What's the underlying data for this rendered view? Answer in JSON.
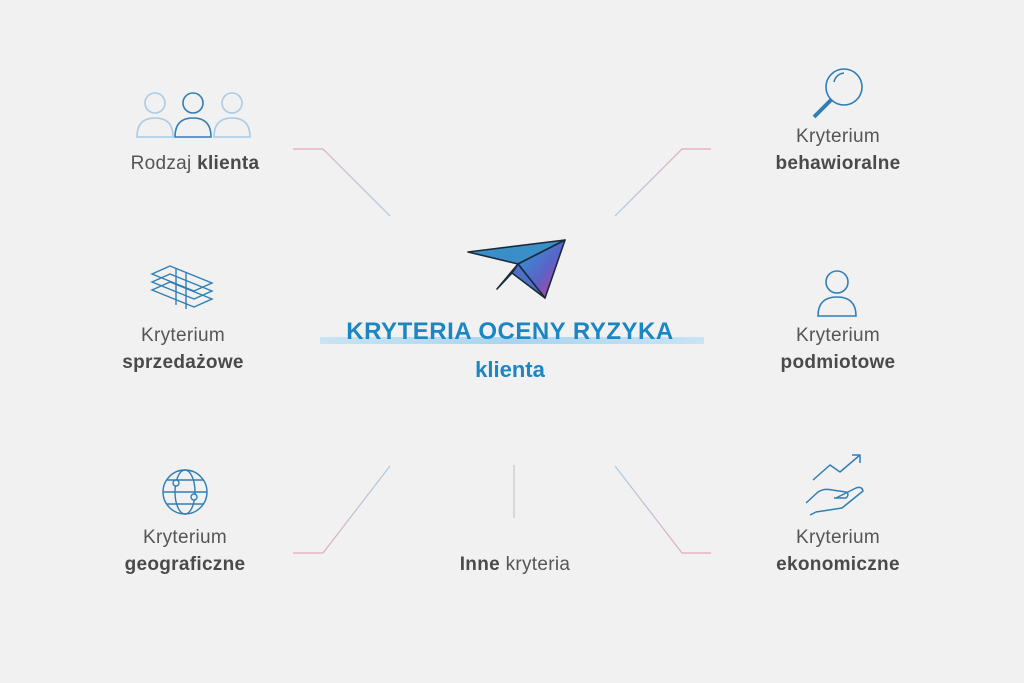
{
  "center": {
    "title": "KRYTERIA OCENY RYZYKA",
    "subtitle": "klienta"
  },
  "nodes": [
    {
      "id": "client-type",
      "light": "Rodzaj ",
      "bold": "klienta",
      "icon": "people-icon"
    },
    {
      "id": "behavioral",
      "light": "Kryterium",
      "bold": "behawioralne",
      "icon": "magnifier-icon"
    },
    {
      "id": "sales",
      "light": "Kryterium",
      "bold": "sprzedażowe",
      "icon": "money-stack-icon"
    },
    {
      "id": "subject",
      "light": "Kryterium",
      "bold": "podmiotowe",
      "icon": "person-icon"
    },
    {
      "id": "geographic",
      "light": "Kryterium",
      "bold": "geograficzne",
      "icon": "globe-icon"
    },
    {
      "id": "economic",
      "light": "Kryterium",
      "bold": "ekonomiczne",
      "icon": "growth-hand-icon"
    },
    {
      "id": "other",
      "light": " kryteria",
      "bold": "Inne",
      "icon": ""
    }
  ],
  "colors": {
    "accent_blue": "#1a86c2",
    "line_blue": "#a9cbe6",
    "line_pink": "#e8a6b6",
    "icon_blue": "#2f7fb5"
  }
}
